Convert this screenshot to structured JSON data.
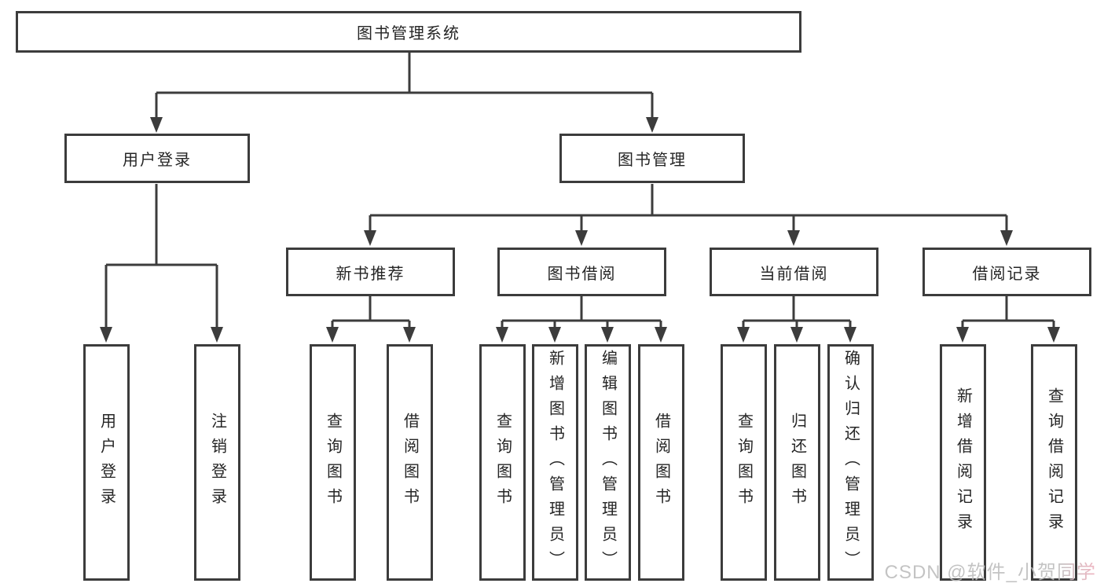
{
  "page": {
    "background": "#ffffff",
    "line_color": "#3c3c3c",
    "text_color": "#252525"
  },
  "tree": {
    "root": {
      "label": "图书管理系统"
    },
    "level2": [
      {
        "label": "用户登录"
      },
      {
        "label": "图书管理"
      }
    ],
    "level3": [
      {
        "label": "新书推荐"
      },
      {
        "label": "图书借阅"
      },
      {
        "label": "当前借阅"
      },
      {
        "label": "借阅记录"
      }
    ],
    "leaves": {
      "user": [
        "用户登录",
        "注销登录"
      ],
      "recommend": [
        "查询图书",
        "借阅图书"
      ],
      "borrow": [
        "查询图书",
        "新增图书（管理员）",
        "编辑图书（管理员）",
        "借阅图书"
      ],
      "current": [
        "查询图书",
        "归还图书",
        "确认归还（管理员）"
      ],
      "records": [
        "新增借阅记录",
        "查询借阅记录"
      ]
    }
  },
  "watermark": {
    "text": "CSDN @软件_小贺同学",
    "color": "#bdbdbd",
    "accent": "#eeaebc"
  }
}
